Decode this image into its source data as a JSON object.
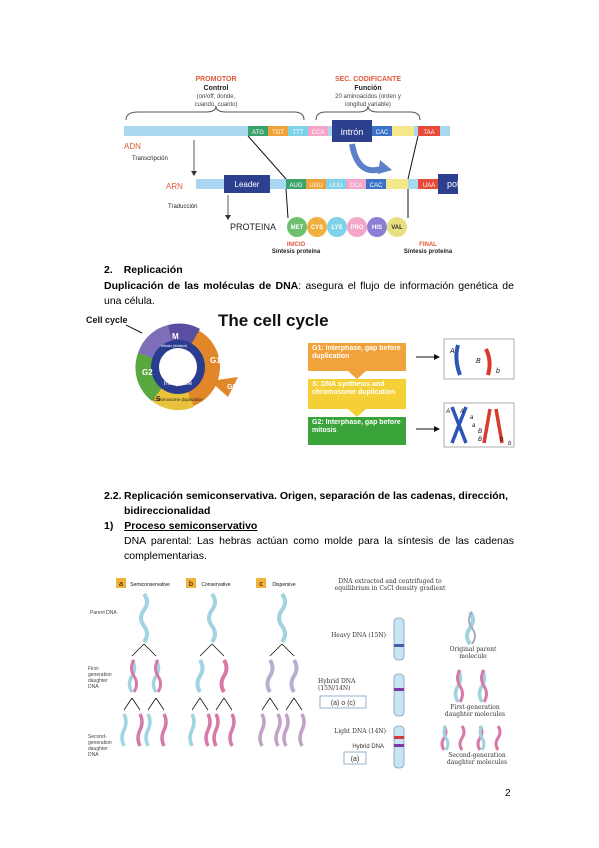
{
  "gene_diagram": {
    "promotor_title": "PROMOTOR",
    "promotor_sub": "Control",
    "promotor_desc1": "(on/off; donde,",
    "promotor_desc2": "cuando, cuanto)",
    "seccod_title": "SEC. CODIFICANTE",
    "seccod_sub": "Función",
    "seccod_desc1": "20 aminoácidos (orden y",
    "seccod_desc2": "longitud variable)",
    "adn_label": "ADN",
    "transcripcion": "Transcripción",
    "arn_label": "ARN",
    "traduccion": "Traducción",
    "proteina": "PROTEINA",
    "leader": "Leader",
    "intron": "intrón",
    "polia": "poliA",
    "dna_codons": [
      "ATG",
      "TGT",
      "TTT",
      "CCA",
      "CAC",
      "TAA"
    ],
    "rna_codons": [
      "AUG",
      "UGU",
      "UUU",
      "CCA",
      "CAC",
      "UAA"
    ],
    "amino_acids": [
      "MET",
      "CYS",
      "LYS",
      "PRO",
      "HIS",
      "VAL"
    ],
    "inicio": "INICIO",
    "inicio_sub": "Síntesis proteína",
    "final": "FINAL",
    "final_sub": "Síntesis proteína"
  },
  "section2": {
    "number": "2.",
    "title": "Replicación",
    "lead_bold": "Duplicación de las moléculas de DNA",
    "lead_rest": ": asegura el flujo de información genética de una célula."
  },
  "cell_cycle": {
    "label": "Cell cycle",
    "title": "The cell cycle",
    "m": "M",
    "mitosis": "Mitosis (division)",
    "g1": "G1",
    "g0": "G0",
    "g2": "G2",
    "s": "S",
    "chromosome_duplication": "Chromosome duplication",
    "interphase": "Interphase",
    "box_g1": "G1: Interphase, gap before duplication",
    "box_s": "S: DNA synthesis and chromosome duplication",
    "box_g2": "G2: Interphase, gap before mitosis",
    "chrom_labels_top": [
      "A",
      "B",
      "b"
    ],
    "chrom_labels_bottom": [
      "A",
      "A",
      "a",
      "a",
      "B",
      "B",
      "b",
      "b"
    ]
  },
  "section22": {
    "number": "2.2.",
    "title": "Replicación semiconservativa. Origen, separación de las cadenas, dirección, bidireccionalidad",
    "item_number": "1)",
    "item_title": "Proceso semiconservativo",
    "para": "DNA parental: Las hebras actúan como molde para la síntesis de las cadenas complementarias."
  },
  "replication_models": {
    "tags": [
      "a",
      "b",
      "c"
    ],
    "models": [
      "Semiconservative",
      "Conservative",
      "Dispersive"
    ],
    "row_labels": [
      "Parent DNA",
      "First-generation daughter DNA",
      "Second-generation daughter DNA"
    ]
  },
  "meselson": {
    "header": "DNA extracted and centrifuged to equilibrium in CsCl density gradient",
    "heavy": "Heavy DNA (15N)",
    "hybrid": "Hybrid DNA (15N/14N)",
    "option_ac": "(a) o (c)",
    "light": "Light DNA (14N)",
    "hybrid2": "Hybrid DNA",
    "option_a": "(a)",
    "original": "Original parent molecule",
    "first_gen": "First-generation daughter molecules",
    "second_gen": "Second-generation daughter molecules"
  },
  "page_number": "2"
}
